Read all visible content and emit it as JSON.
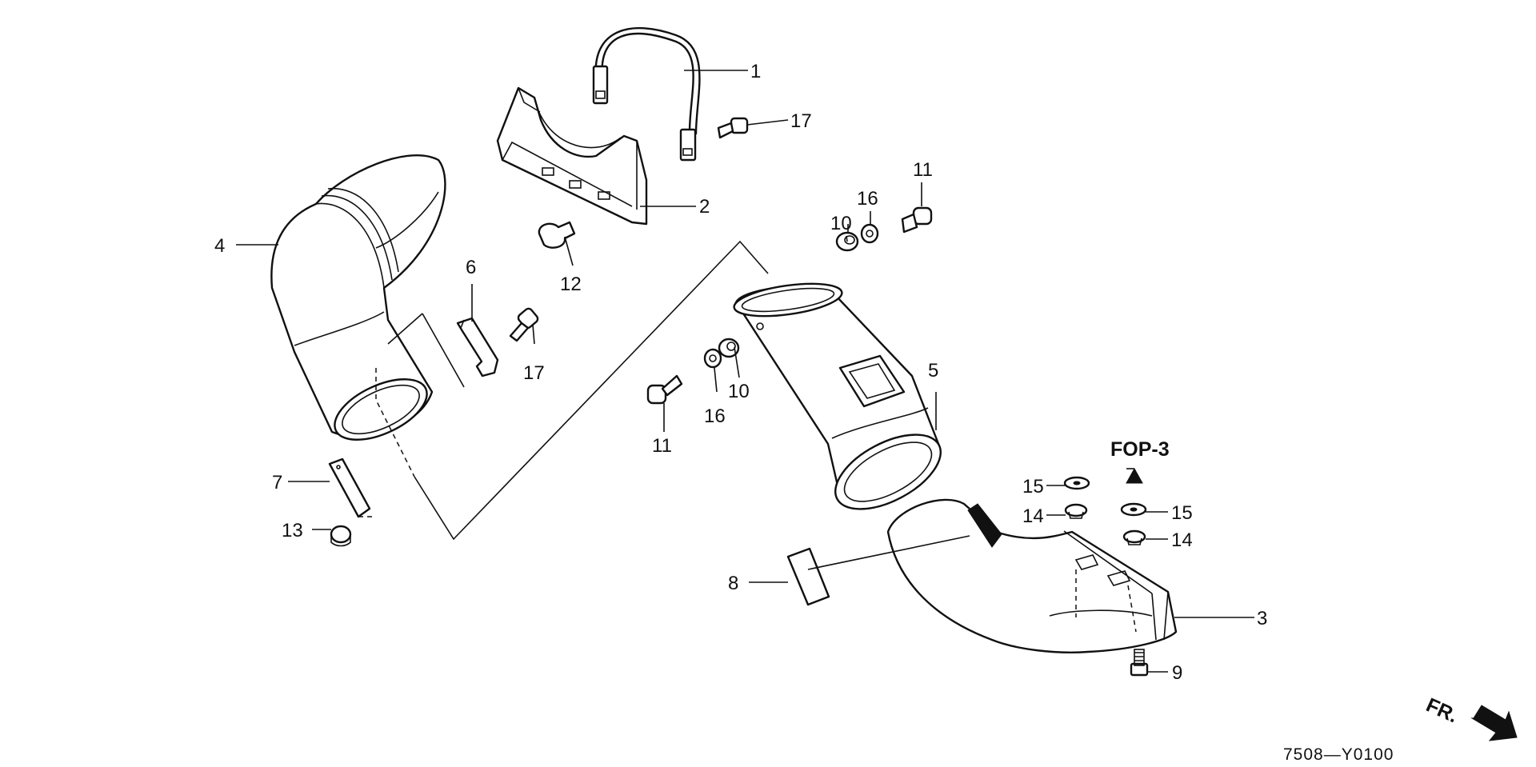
{
  "diagram": {
    "callouts": {
      "p1": "1",
      "p2": "2",
      "p3": "3",
      "p4": "4",
      "p5": "5",
      "p6": "6",
      "p7": "7",
      "p8": "8",
      "p9": "9",
      "p10a": "10",
      "p10b": "10",
      "p11a": "11",
      "p11b": "11",
      "p12": "12",
      "p13": "13",
      "p14a": "14",
      "p14b": "14",
      "p15a": "15",
      "p15b": "15",
      "p16a": "16",
      "p16b": "16",
      "p17a": "17",
      "p17b": "17"
    },
    "reference": "FOP-3",
    "direction": "FR.",
    "drawing_code": "7508—Y0100"
  }
}
